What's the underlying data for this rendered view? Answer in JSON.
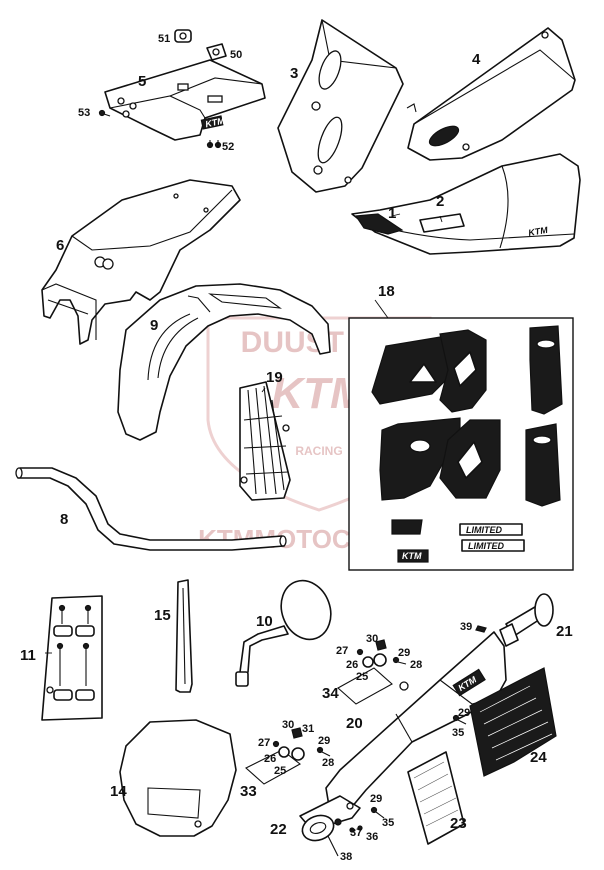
{
  "watermark": {
    "line1": "DUUST CO",
    "line2": "KTM",
    "line3": "RACING",
    "line4": "KTMMOTOCYKLE.CZ"
  },
  "decals": {
    "brand_mark": "KTM",
    "limited_1": "LIMITED",
    "limited_2": "LIMITED"
  },
  "callouts": [
    {
      "id": "c51",
      "text": "51"
    },
    {
      "id": "c50",
      "text": "50"
    },
    {
      "id": "c5",
      "text": "5"
    },
    {
      "id": "c53",
      "text": "53"
    },
    {
      "id": "c52",
      "text": "52"
    },
    {
      "id": "c3",
      "text": "3"
    },
    {
      "id": "c4",
      "text": "4"
    },
    {
      "id": "c1",
      "text": "1"
    },
    {
      "id": "c2",
      "text": "2"
    },
    {
      "id": "c6",
      "text": "6"
    },
    {
      "id": "c9",
      "text": "9"
    },
    {
      "id": "c18",
      "text": "18"
    },
    {
      "id": "c19",
      "text": "19"
    },
    {
      "id": "c8",
      "text": "8"
    },
    {
      "id": "c11",
      "text": "11"
    },
    {
      "id": "c15",
      "text": "15"
    },
    {
      "id": "c10",
      "text": "10"
    },
    {
      "id": "c39",
      "text": "39"
    },
    {
      "id": "c21",
      "text": "21"
    },
    {
      "id": "c30a",
      "text": "30"
    },
    {
      "id": "c27a",
      "text": "27"
    },
    {
      "id": "c29a",
      "text": "29"
    },
    {
      "id": "c26a",
      "text": "26"
    },
    {
      "id": "c28a",
      "text": "28"
    },
    {
      "id": "c25a",
      "text": "25"
    },
    {
      "id": "c34",
      "text": "34"
    },
    {
      "id": "c20",
      "text": "20"
    },
    {
      "id": "c29b",
      "text": "29"
    },
    {
      "id": "c35a",
      "text": "35"
    },
    {
      "id": "c24",
      "text": "24"
    },
    {
      "id": "c30b",
      "text": "30"
    },
    {
      "id": "c31",
      "text": "31"
    },
    {
      "id": "c27b",
      "text": "27"
    },
    {
      "id": "c29c",
      "text": "29"
    },
    {
      "id": "c26b",
      "text": "26"
    },
    {
      "id": "c28b",
      "text": "28"
    },
    {
      "id": "c25b",
      "text": "25"
    },
    {
      "id": "c33",
      "text": "33"
    },
    {
      "id": "c14",
      "text": "14"
    },
    {
      "id": "c29d",
      "text": "29"
    },
    {
      "id": "c35b",
      "text": "35"
    },
    {
      "id": "c22",
      "text": "22"
    },
    {
      "id": "c37",
      "text": "37"
    },
    {
      "id": "c36",
      "text": "36"
    },
    {
      "id": "c23",
      "text": "23"
    },
    {
      "id": "c38",
      "text": "38"
    }
  ]
}
